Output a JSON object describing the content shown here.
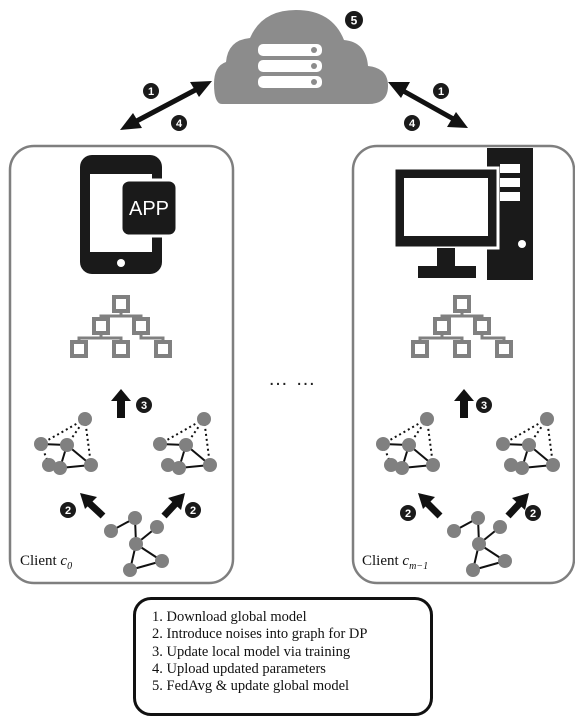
{
  "cloud": {
    "step_badge": "5"
  },
  "arrows": {
    "left_top_badge": "1",
    "left_bottom_badge": "4",
    "right_top_badge": "1",
    "right_bottom_badge": "4"
  },
  "client_left": {
    "label_prefix": "Client ",
    "label_var": "c",
    "label_sub": "0",
    "device_text": "APP",
    "model_badge": "3",
    "noise_badge_left": "2",
    "noise_badge_right": "2"
  },
  "client_right": {
    "label_prefix": "Client ",
    "label_var": "c",
    "label_sub": "m−1",
    "model_badge": "3",
    "noise_badge_left": "2",
    "noise_badge_right": "2"
  },
  "ellipsis": "… …",
  "legend": {
    "items": [
      "1. Download global model",
      "2. Introduce noises into graph for DP",
      "3. Update local model via training",
      "4. Upload updated parameters",
      "5. FedAvg & update global model"
    ]
  },
  "colors": {
    "box_border": "#7f7f7f",
    "cloud_fill": "#8c8c8c",
    "node_fill": "#808080",
    "device_fill": "#1a1a1a",
    "badge_fill": "#1a1a1a"
  }
}
